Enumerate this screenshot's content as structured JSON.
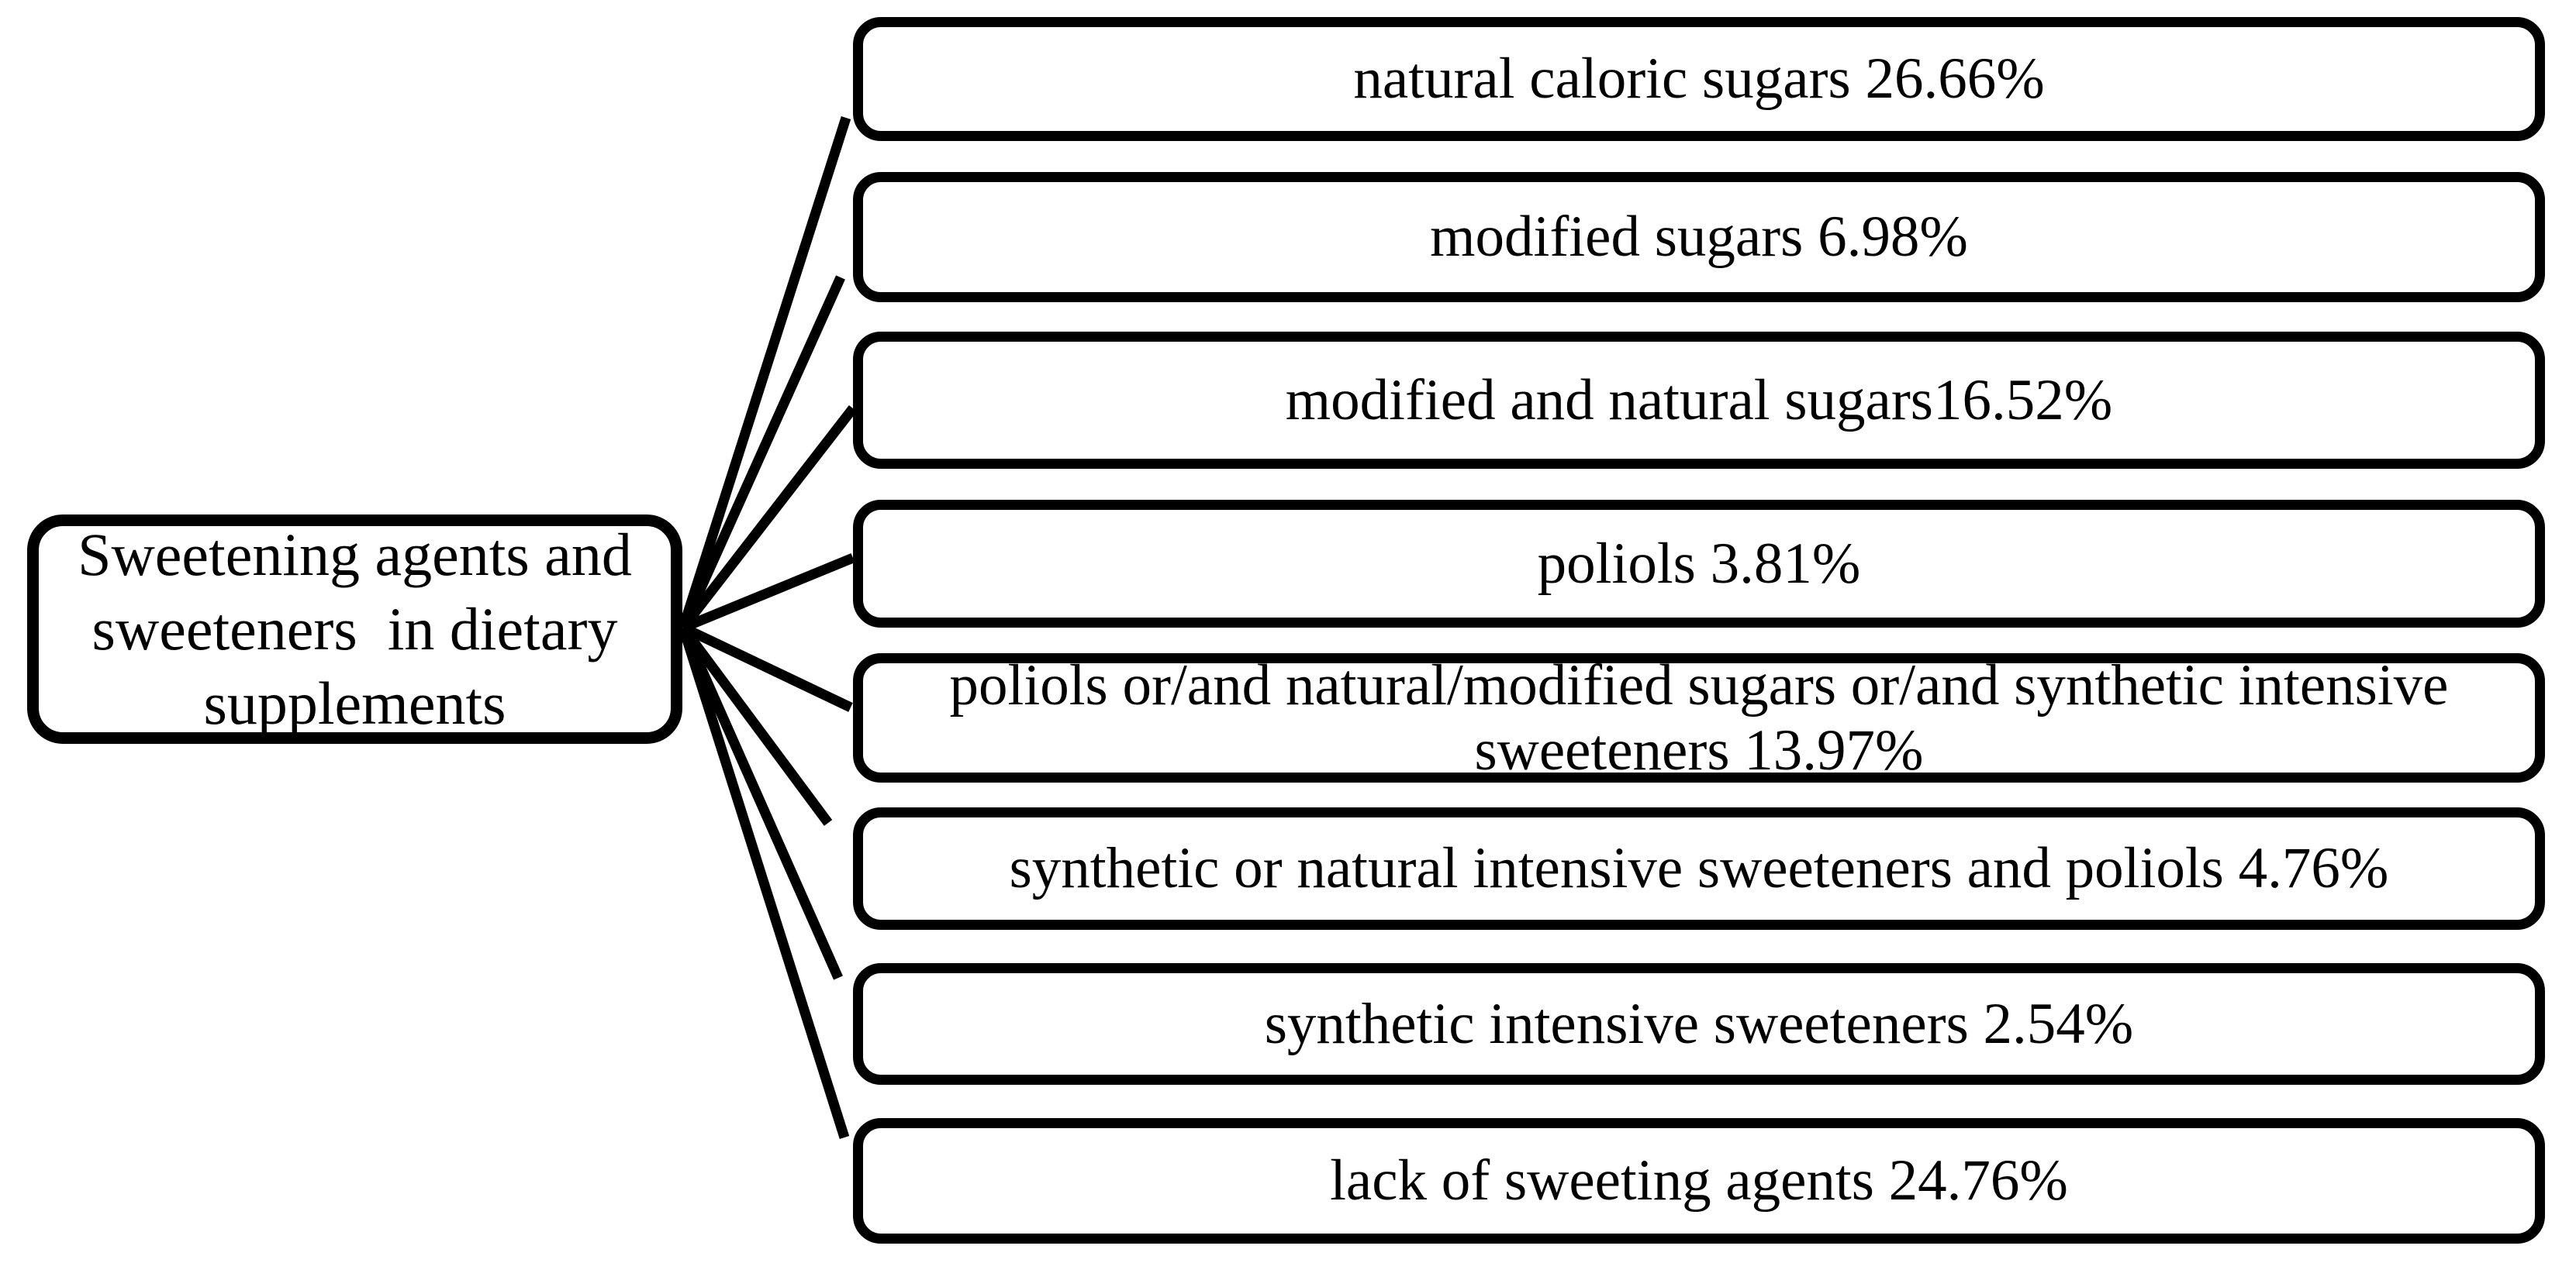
{
  "diagram": {
    "title": "Sweetening agents and sweeteners in dietary supplements",
    "root_box": {
      "lines": [
        "Sweetening agents and",
        "sweeteners  in dietary",
        "supplements"
      ]
    },
    "categories": [
      {
        "label": "natural caloric sugars 26.66%",
        "value_percent": 26.66
      },
      {
        "label": "modified sugars 6.98%",
        "value_percent": 6.98
      },
      {
        "label": "modified and natural sugars16.52%",
        "value_percent": 16.52
      },
      {
        "label": "poliols 3.81%",
        "value_percent": 3.81
      },
      {
        "label": "poliols or/and natural/modified sugars or/and synthetic intensive sweeteners 13.97%",
        "value_percent": 13.97
      },
      {
        "label": "synthetic or natural intensive sweeteners and poliols 4.76%",
        "value_percent": 4.76
      },
      {
        "label": "synthetic intensive sweeteners 2.54%",
        "value_percent": 2.54
      },
      {
        "label": "lack of sweeting agents 24.76%",
        "value_percent": 24.76
      }
    ],
    "colors": {
      "background": "#ffffff",
      "border": "#000000",
      "text": "#000000",
      "connector": "#000000"
    }
  }
}
